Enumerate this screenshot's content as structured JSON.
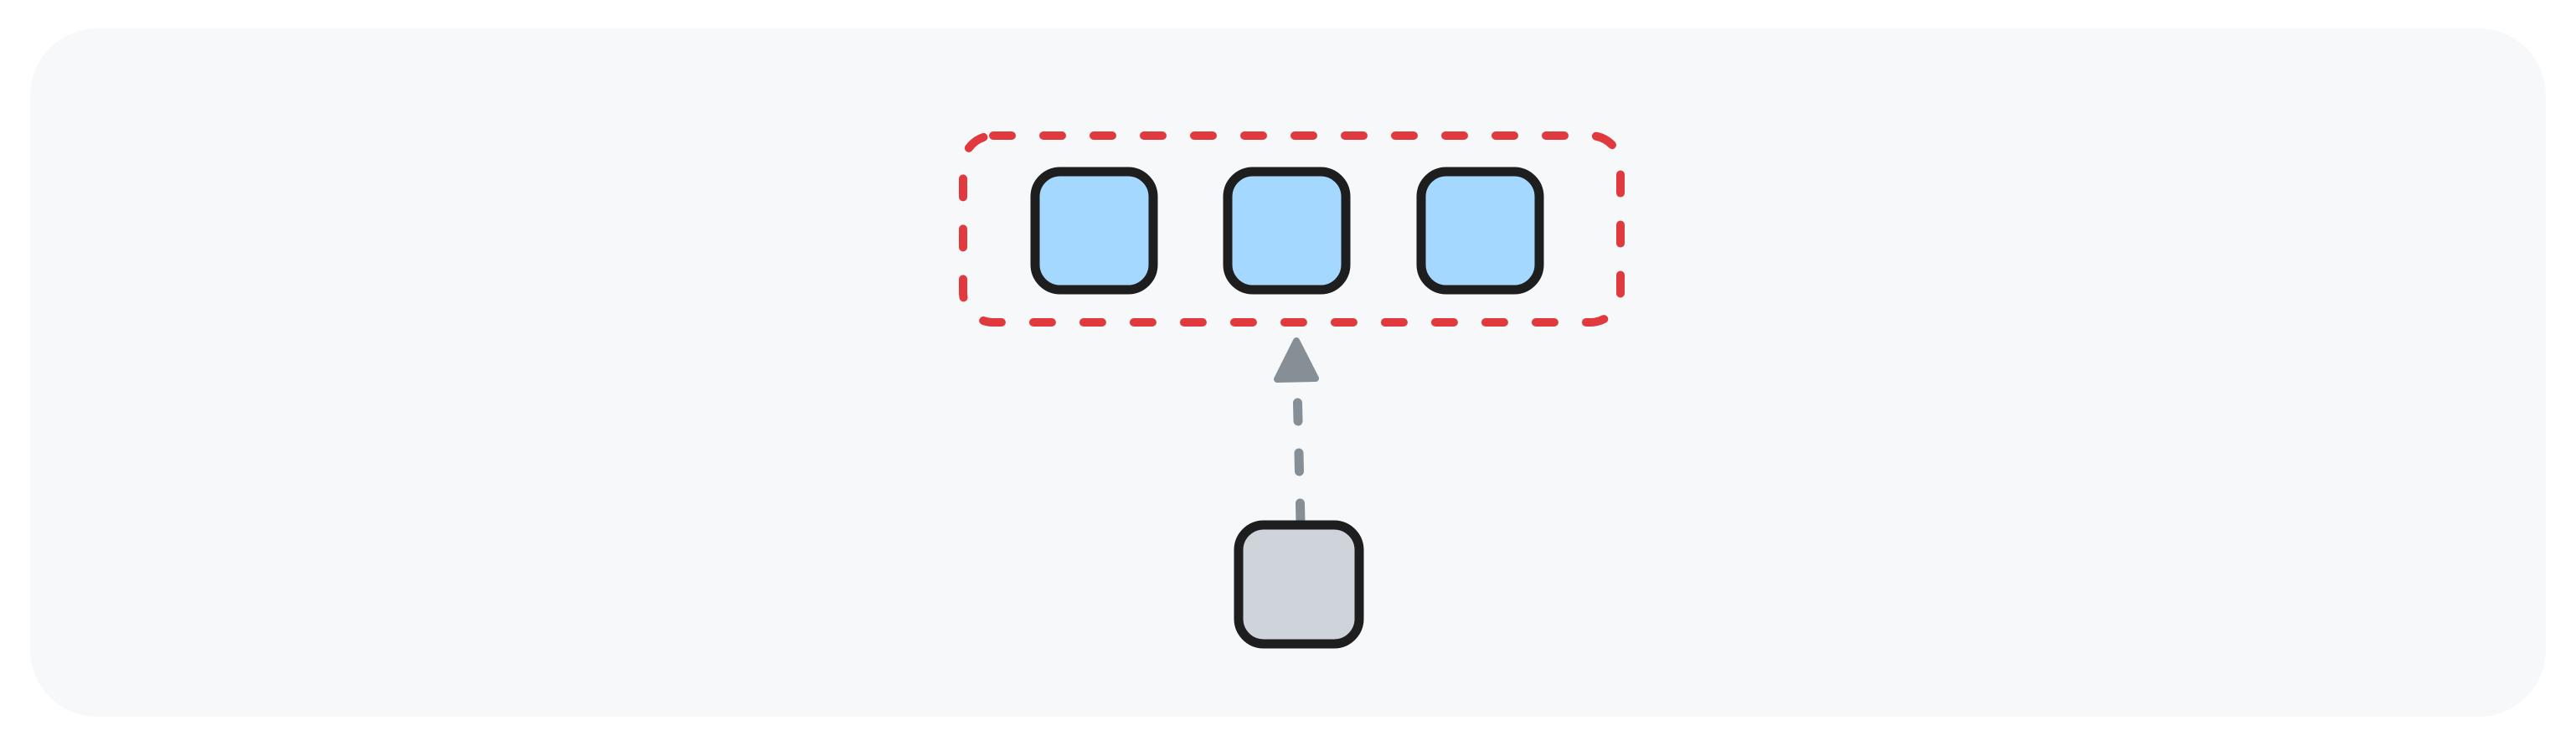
{
  "colors": {
    "page_background": "#ffffff",
    "canvas_background": "#f7f8fa",
    "group_outline": "#e0393e",
    "member_fill": "#a5d8ff",
    "member_stroke": "#1e1e1e",
    "source_fill": "#ced4da",
    "source_stroke": "#1e1e1e",
    "arrow_color": "#868e96"
  },
  "diagram": {
    "group": {
      "outline_style": "dashed",
      "members": [
        {
          "id": "member-1"
        },
        {
          "id": "member-2"
        },
        {
          "id": "member-3"
        }
      ]
    },
    "source": {
      "id": "source"
    },
    "connector": {
      "from": "source",
      "to": "group",
      "line_style": "dashed",
      "head": "triangle"
    }
  }
}
